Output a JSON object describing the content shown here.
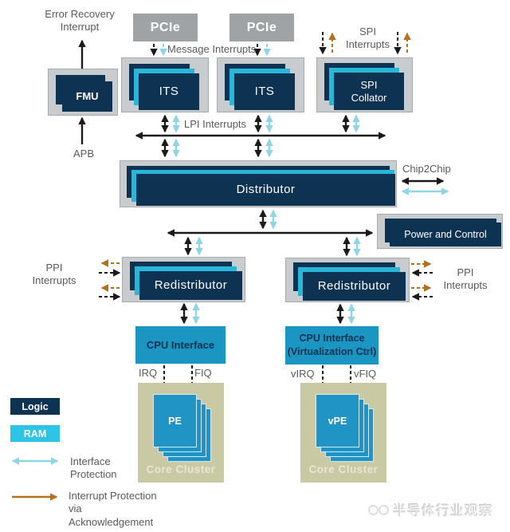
{
  "colors": {
    "navy": "#0e3251",
    "layer_cyan": "#29b6d8",
    "arrow_cyan": "#8fd5e7",
    "teal": "#1b96c3",
    "container_gray": "#c8ccce",
    "pcie_gray": "#a0a3a5",
    "khaki": "#c9c9a3",
    "brown": "#b5701d",
    "black_arrow": "#1a1a1a",
    "label_gray": "#595959",
    "ram_cyan": "#2cc5e6"
  },
  "labels": {
    "error_recovery_interrupt": "Error Recovery\nInterrupt",
    "apb": "APB",
    "message_interrupts": "Message Interrupts",
    "spi_interrupts": "SPI\nInterrupts",
    "lpi_interrupts": "LPI Interrupts",
    "chip2chip": "Chip2Chip",
    "ppi_interrupts_left": "PPI\nInterrupts",
    "ppi_interrupts_right": "PPI\nInterrupts",
    "irq": "IRQ",
    "fiq": "FIQ",
    "virq": "vIRQ",
    "vfiq": "vFIQ"
  },
  "blocks": {
    "pcie_1": "PCIe",
    "pcie_2": "PCIe",
    "fmu": "FMU",
    "its_1": "ITS",
    "its_2": "ITS",
    "spi_collator": "SPI\nCollator",
    "distributor": "Distributor",
    "power_and_control": "Power and Control",
    "redistributor_left": "Redistributor",
    "redistributor_right": "Redistributor",
    "cpu_interface": "CPU Interface",
    "cpu_interface_virt": "CPU Interface\n(Virtualization Ctrl)",
    "pe": "PE",
    "vpe": "vPE",
    "core_cluster_left": "Core Cluster",
    "core_cluster_right": "Core Cluster"
  },
  "legend": {
    "logic": "Logic",
    "ram": "RAM",
    "interface_protection": "Interface\nProtection",
    "interrupt_protection": "Interrupt Protection\nvia\nAcknowledgement"
  },
  "watermark": "半导体行业观察"
}
